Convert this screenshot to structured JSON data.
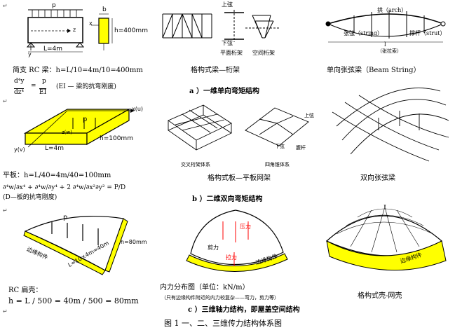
{
  "row1": {
    "beam": {
      "load": "p",
      "dim_b": "b",
      "dim_h": "h=400mm",
      "span": "L=4m",
      "axis_x": "x",
      "axis_y": "y",
      "axis_z": "z",
      "caption": "简支 RC 梁：h=L/10=4m/10=400mm",
      "formula_num": "d⁴y",
      "formula_den": "dz⁴",
      "formula_rhs_num": "p",
      "formula_rhs_den": "EI",
      "formula_note": "(EI — 梁的抗弯刚度)"
    },
    "truss": {
      "top_chord": "上弦",
      "bottom_chord": "下弦",
      "plane_truss": "平面桁架",
      "space_truss": "空间桁架",
      "caption": "格构式梁—桁架"
    },
    "string_beam": {
      "arch": "拱（arch）",
      "string": "张弦（string）",
      "strut": "撑杆（strut）",
      "span": "l",
      "string_note": "（张拉索）",
      "caption": "单向张弦梁（Beam String）"
    },
    "section_title": "a ）一维单向弯矩结构"
  },
  "row2": {
    "slab": {
      "axis_x": "x(u)",
      "axis_y": "y(v)",
      "axis_z": "z(w)",
      "load": "p",
      "span": "L=4m",
      "thickness": "h=100mm",
      "caption": "平板：h=L/40=4m/40=100mm",
      "formula": "∂⁴w/∂x⁴ + ∂⁴w/∂y⁴ + 2 ∂⁴w/∂x²∂y² = P/D",
      "formula_note": "(D—板的抗弯刚度)"
    },
    "grid": {
      "cross_truss": "交叉桁架体系",
      "pyramid": "四角锥体系",
      "caption": "格构式板—平板网架",
      "top_chord": "上弦",
      "bottom_chord": "下弦",
      "web": "腹杆"
    },
    "two_way": {
      "caption": "双向张弦梁"
    },
    "section_title": "b ）二维双向弯矩结构"
  },
  "row3": {
    "shell": {
      "load": "p",
      "thickness": "h=80mm",
      "edge": "边缘构件",
      "span": "L=10×4m=40m",
      "caption_a": "RC 扁壳：",
      "caption_b": "h = L / 500 = 40m / 500 = 80mm"
    },
    "force": {
      "tension": "拉力",
      "compression": "压力",
      "shear": "剪力",
      "edge": "边缘构件",
      "caption": "内力分布图（单位：kN/m）",
      "note": "（只有边缘构件附近的内力较复杂——弯力，剪力等）"
    },
    "lattice_shell": {
      "edge": "边缘构件",
      "caption": "格构式壳-网壳"
    },
    "section_title": "c ）三维轴力结构，即屋盖空间结构"
  },
  "figure_title": "图 1    一、二、三维传力结构体系图",
  "colors": {
    "yellow": "#ffff00",
    "line": "#000000",
    "red": "#ff0000",
    "marks": "#555555"
  }
}
